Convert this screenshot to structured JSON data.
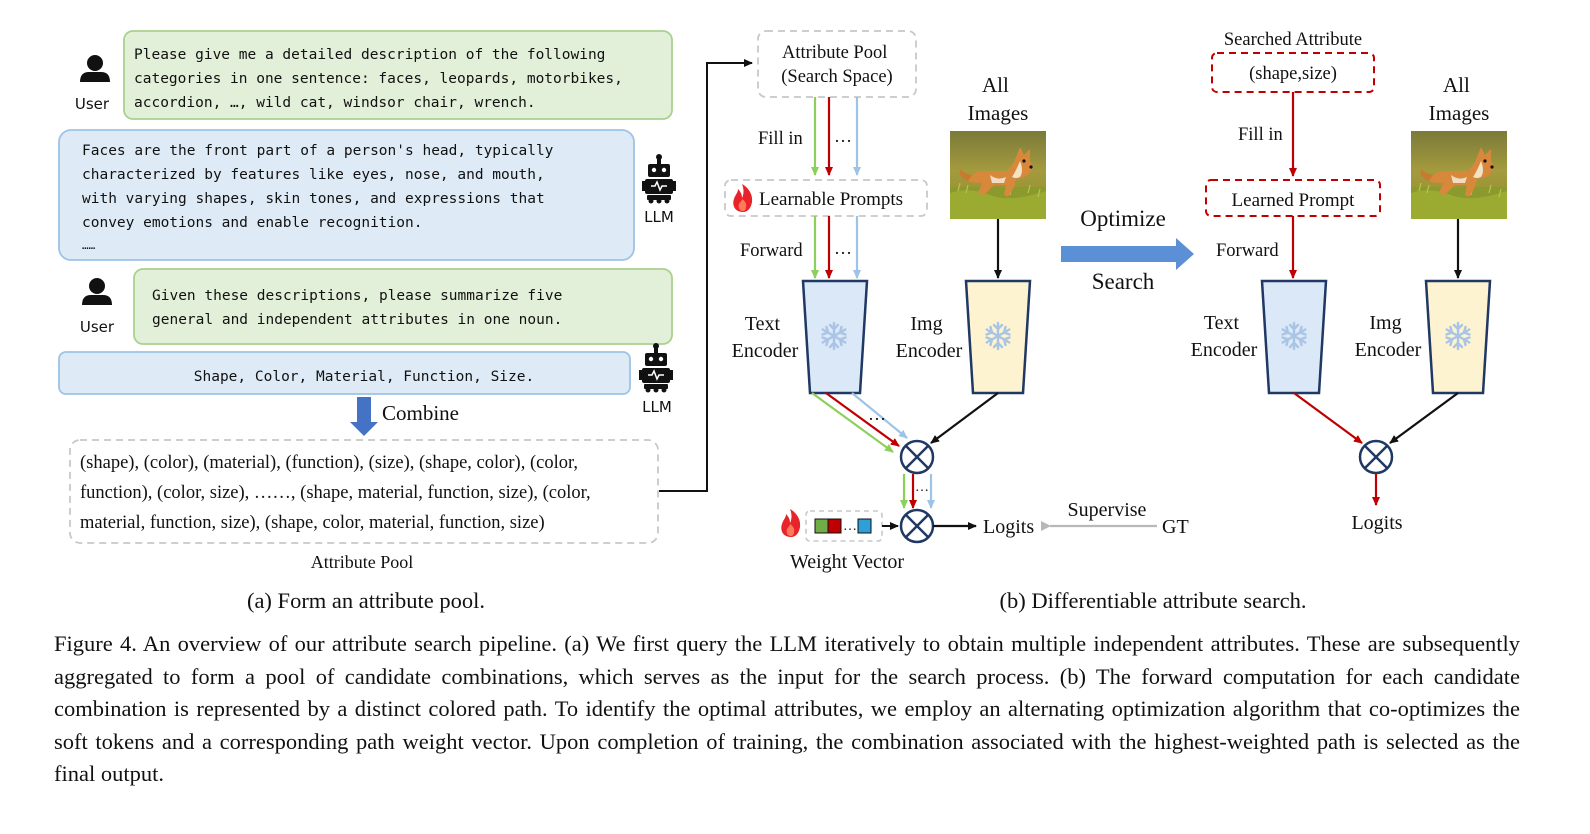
{
  "panel_a": {
    "user_label": "User",
    "llm_label": "LLM",
    "user_msg_1": [
      "Please give me a detailed description of the following",
      "categories in one sentence: faces, leopards, motorbikes,",
      "accordion, …, wild cat, windsor chair, wrench."
    ],
    "llm_msg_1": [
      "Faces are the front part of a person's head, typically",
      "characterized by features like eyes, nose, and mouth,",
      "with varying shapes, skin tones, and expressions that",
      "convey emotions and enable recognition.",
      "……"
    ],
    "user_msg_2": [
      "Given these descriptions, please summarize five",
      "general and independent attributes in one noun."
    ],
    "llm_msg_2": "Shape, Color, Material, Function, Size.",
    "combine_label": "Combine",
    "pool_lines": [
      "(shape), (color), (material), (function), (size), (shape, color), (color,",
      "function), (color, size), ……, (shape, material, function, size), (color,",
      "material, function, size), (shape, color, material, function, size)"
    ],
    "pool_label": "Attribute Pool",
    "subcaption": "(a) Form an attribute pool."
  },
  "panel_b": {
    "attribute_pool_box": [
      "Attribute Pool",
      "(Search Space)"
    ],
    "fill_in": "Fill in",
    "ellipsis": "…",
    "learnable_prompts": "Learnable Prompts",
    "forward": "Forward",
    "all_images": [
      "All",
      "Images"
    ],
    "text_encoder": [
      "Text",
      "Encoder"
    ],
    "img_encoder": [
      "Img",
      "Encoder"
    ],
    "weight_vector": "Weight Vector",
    "logits": "Logits",
    "supervise": "Supervise",
    "gt": "GT",
    "optimize": "Optimize",
    "search": "Search",
    "searched_attribute_title": "Searched Attribute",
    "searched_attribute_value": "(shape,size)",
    "learned_prompt": "Learned Prompt",
    "subcaption": "(b) Differentiable attribute search."
  },
  "figure_caption": "Figure 4. An overview of our attribute search pipeline. (a) We first query the LLM iteratively to obtain multiple independent attributes. These are subsequently aggregated to form a pool of candidate combinations, which serves as the input for the search process. (b) The forward computation for each candidate combination is represented by a distinct colored path. To identify the optimal attributes, we employ an alternating optimization algorithm that co-optimizes the soft tokens and a corresponding path weight vector. Upon completion of training, the combination associated with the highest-weighted path is selected as the final output.",
  "colors": {
    "user_bubble_fill": "#e2f0d9",
    "user_bubble_stroke": "#a9d18e",
    "llm_bubble_fill": "#deebf7",
    "llm_bubble_stroke": "#9dc3e6",
    "text_encoder_fill": "#dbe8f8",
    "img_encoder_fill": "#fdf3d0",
    "encoder_stroke": "#1f3864",
    "path_green": "#8ccf5a",
    "path_red": "#c00000",
    "path_blue": "#9dc3e6",
    "arrow_blue": "#4472c4",
    "searched_red": "#c00000"
  }
}
